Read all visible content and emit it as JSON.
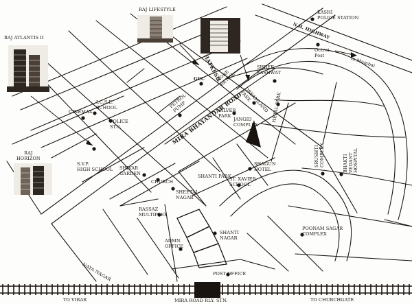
{
  "colors": {
    "ink": "#1a1410",
    "paper": "#fdfdfb",
    "building": "#2e2620"
  },
  "labels": {
    "raj_atlantis": "RAJ ATLANTIS II",
    "raj_lifestyle": "RAJ LIFESTYLE",
    "raj_horizon": "RAJ\nHORIZON",
    "kashi_police": "KASHI\nPOLICE STATION",
    "nh_highway": "N.H. HIGHWAY",
    "to_mumbai": "to Mumbai",
    "octroi": "Octroi\nPost",
    "hatkesh": "HATKESH",
    "gcc": "GCC",
    "more_retail": "MORE\nRETAIL",
    "shree_sashwat": "SHREE\nSASHWAT",
    "dreamland_park": "DREAMLAND\nPARK",
    "hetal_park": "HETAL PARK",
    "petrol_pump": "PETROL\nPUMP",
    "silver_park": "SILVER\nPARK",
    "jangid_complex": "JANGID\nCOMPLEX",
    "mira_bhayandar_road": "MIRA BHAYANDAR ROAD",
    "cinemax": "CINEMAX",
    "icse_school": "I.C.S.E.\nSCHOOL",
    "police_stn": "POLICE\nSTN.",
    "svp_high_school": "S.V.P.\nHIGH SCHOOL",
    "shivar_garden": "SHIVAR\nGARDEN",
    "church": "CHURCH",
    "shanti_park": "SHANTI PARK",
    "shagun_hotel": "SHAGUN\nHOTEL",
    "st_xavier": "ST. XAVIER\nSCHOOL",
    "srishti_complex": "SRUSHTI\nCOMPLEX",
    "bhakti_vedant": "BHAKTI\nVEDANT\nHOSPITAL",
    "sheetal_nagar": "SHEETAL\nNAGAR",
    "rassaz_multiplex": "RASSAZ\nMULTIPLEX",
    "shanti_nagar": "SHANTI\nNAGAR",
    "poonam_sagar": "POONAM SAGAR\nCOMPLEX",
    "admn_office": "ADMN.\nOFFICE",
    "naya_nagar": "NAYA NAGAR",
    "post_office": "POST OFFICE",
    "to_virar": "TO VIRAR",
    "mira_road_stn": "MIRA ROAD RLY. STN.",
    "to_churchgate": "TO CHURCHGATE"
  }
}
